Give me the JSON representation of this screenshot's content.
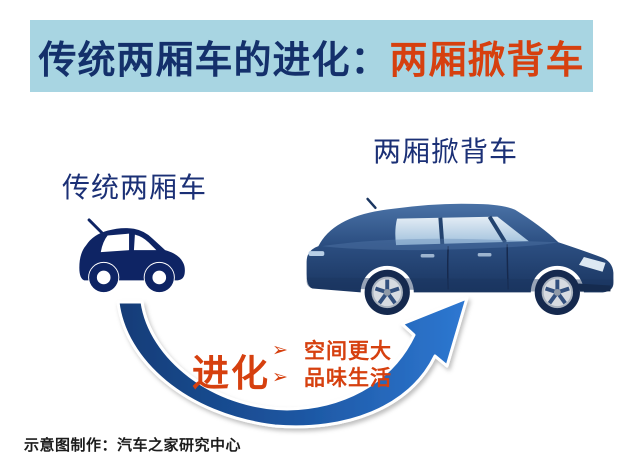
{
  "banner": {
    "title_main": "传统两厢车的进化：",
    "title_highlight": "两厢掀背车"
  },
  "labels": {
    "old_car": "传统两厢车",
    "new_car": "两厢掀背车"
  },
  "evolution": {
    "label": "进化",
    "bullets": [
      {
        "marker": "➢",
        "text": "空间更大"
      },
      {
        "marker": "➢",
        "text": "品味生活"
      }
    ]
  },
  "footer": {
    "credit": "示意图制作：汽车之家研究中心"
  },
  "icons": {
    "small_car": "hatchback-car-silhouette-icon",
    "big_car": "hatchback-sedan-illustration",
    "arrow": "curved-evolution-arrow-icon"
  },
  "colors": {
    "banner_bg": "#a8d5e2",
    "title_navy": "#14306b",
    "accent_red": "#d6400f",
    "label_navy": "#1b3076",
    "arrow_blue_dark": "#143c77",
    "arrow_blue_light": "#2e78d2",
    "footer_text": "#1c1c1c"
  }
}
